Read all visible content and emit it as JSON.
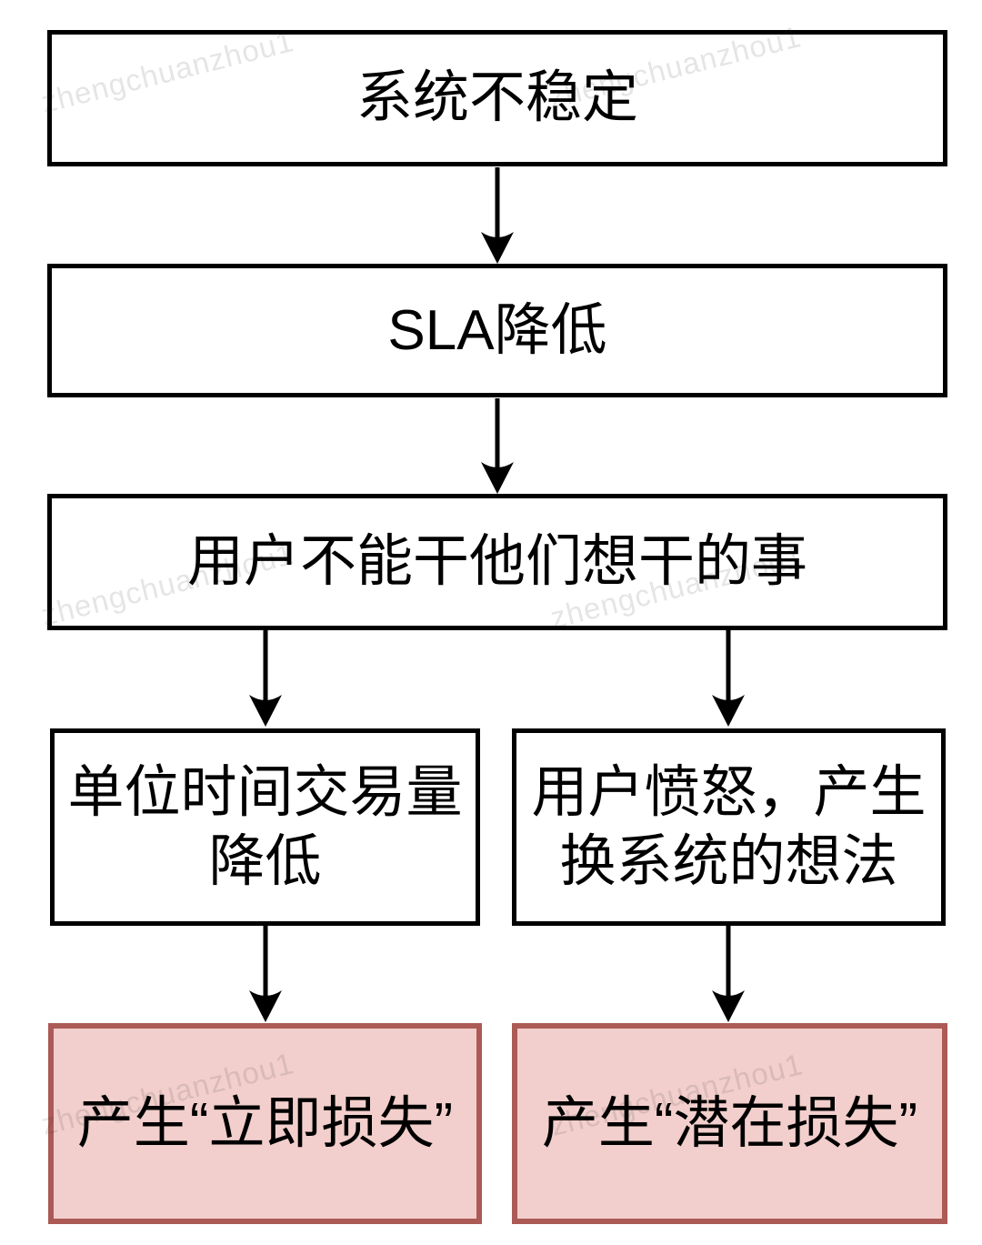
{
  "watermark": {
    "text": "zhengchuanzhou1"
  },
  "colors": {
    "node_fill": "#ffffff",
    "node_stroke": "#000000",
    "loss_node_fill": "#f2cfcc",
    "loss_node_stroke": "#ac5a56",
    "arrow_color": "#000000"
  },
  "nodes": {
    "system_unstable": {
      "label": "系统不稳定"
    },
    "sla_reduced": {
      "label": "SLA降低"
    },
    "users_blocked": {
      "label": "用户不能干他们想干的事"
    },
    "transaction_volume_drop": {
      "lines": [
        "单位时间交易量",
        "降低"
      ]
    },
    "user_anger": {
      "lines": [
        "用户愤怒，产生",
        "换系统的想法"
      ]
    },
    "immediate_loss": {
      "label": "产生“立即损失”"
    },
    "potential_loss": {
      "label": "产生“潜在损失”"
    }
  },
  "edges": [
    {
      "from": "system_unstable",
      "to": "sla_reduced"
    },
    {
      "from": "sla_reduced",
      "to": "users_blocked"
    },
    {
      "from": "users_blocked",
      "to": "transaction_volume_drop"
    },
    {
      "from": "users_blocked",
      "to": "user_anger"
    },
    {
      "from": "transaction_volume_drop",
      "to": "immediate_loss"
    },
    {
      "from": "user_anger",
      "to": "potential_loss"
    }
  ]
}
